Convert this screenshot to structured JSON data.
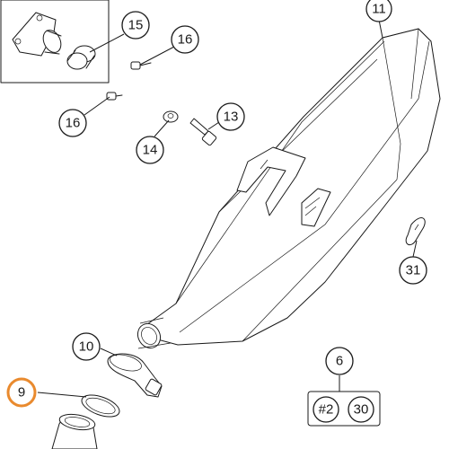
{
  "callouts": {
    "c11": "11",
    "c15": "15",
    "c16a": "16",
    "c16b": "16",
    "c13": "13",
    "c14": "14",
    "c31": "31",
    "c10": "10",
    "c9": "9",
    "c6": "6",
    "c6_sub1": "#2",
    "c6_sub2": "30"
  },
  "colors": {
    "highlight": "#e98a2e",
    "ink": "#1a1a1a"
  }
}
